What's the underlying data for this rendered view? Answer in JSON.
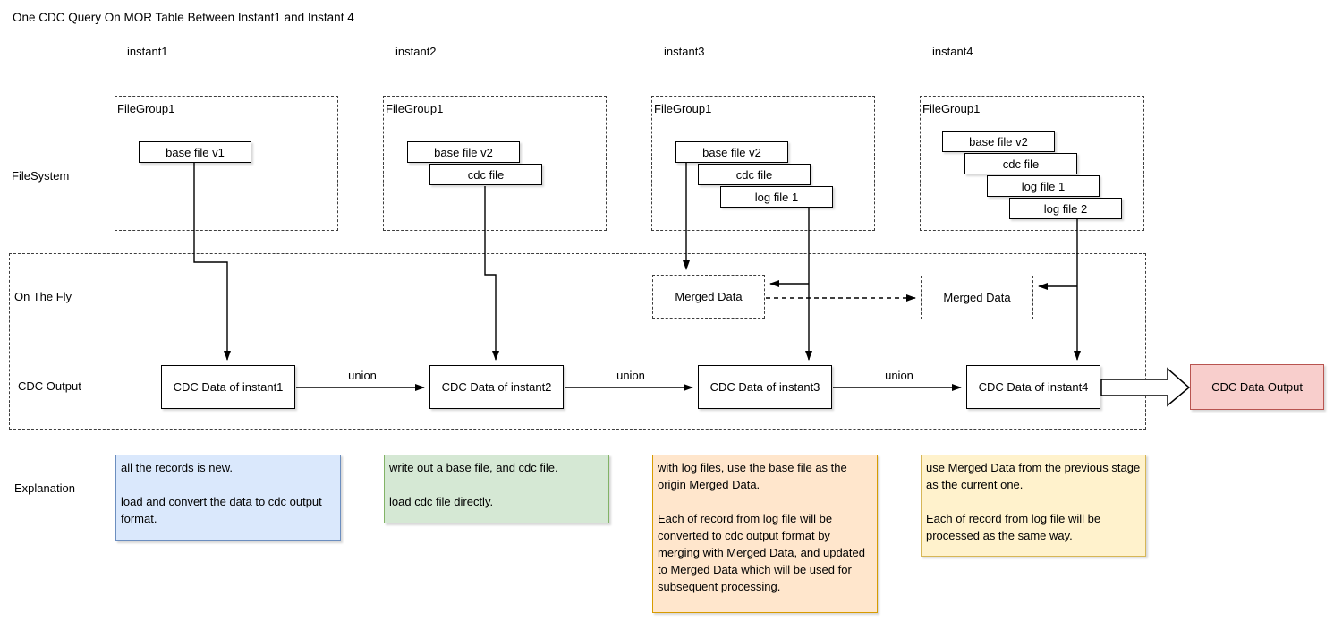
{
  "title": "One CDC Query On MOR Table Between Instant1 and Instant 4",
  "row_labels": {
    "filesystem": "FileSystem",
    "on_the_fly": "On The Fly",
    "cdc_output": "CDC Output",
    "explanation": "Explanation"
  },
  "union_label": "union",
  "merged_data_label": "Merged Data",
  "columns": [
    {
      "instant": "instant1",
      "filegroup": "FileGroup1",
      "files": [
        "base file v1"
      ],
      "cdc": "CDC Data of instant1",
      "explanation": "all the records is new.\n\nload and convert the data to cdc output format.",
      "explanation_fill": "#dae8fc",
      "explanation_stroke": "#6c8ebf"
    },
    {
      "instant": "instant2",
      "filegroup": "FileGroup1",
      "files": [
        "base file v2",
        "cdc file"
      ],
      "cdc": "CDC Data of instant2",
      "explanation": "write out a base file, and cdc file.\n\nload cdc file directly.",
      "explanation_fill": "#d5e8d4",
      "explanation_stroke": "#82b366"
    },
    {
      "instant": "instant3",
      "filegroup": "FileGroup1",
      "files": [
        "base file v2",
        "cdc file",
        "log file 1"
      ],
      "cdc": "CDC Data of instant3",
      "merged_data": "Merged Data",
      "explanation": "with log files, use the base file as the origin Merged Data.\n\nEach of record from log file will be converted to cdc output format by merging with Merged Data, and updated to Merged Data which will be used for subsequent processing.",
      "explanation_fill": "#ffe6cc",
      "explanation_stroke": "#d79b00"
    },
    {
      "instant": "instant4",
      "filegroup": "FileGroup1",
      "files": [
        "base file v2",
        "cdc file",
        "log file 1",
        "log file 2"
      ],
      "cdc": "CDC Data of instant4",
      "merged_data": "Merged Data",
      "explanation": "use Merged Data from the previous stage as the current one.\n\nEach of record from log file will be processed as the same way.",
      "explanation_fill": "#fff2cc",
      "explanation_stroke": "#d6b656"
    }
  ],
  "output_box": {
    "label": "CDC Data Output",
    "fill": "#f8cecc",
    "stroke": "#b85450"
  }
}
